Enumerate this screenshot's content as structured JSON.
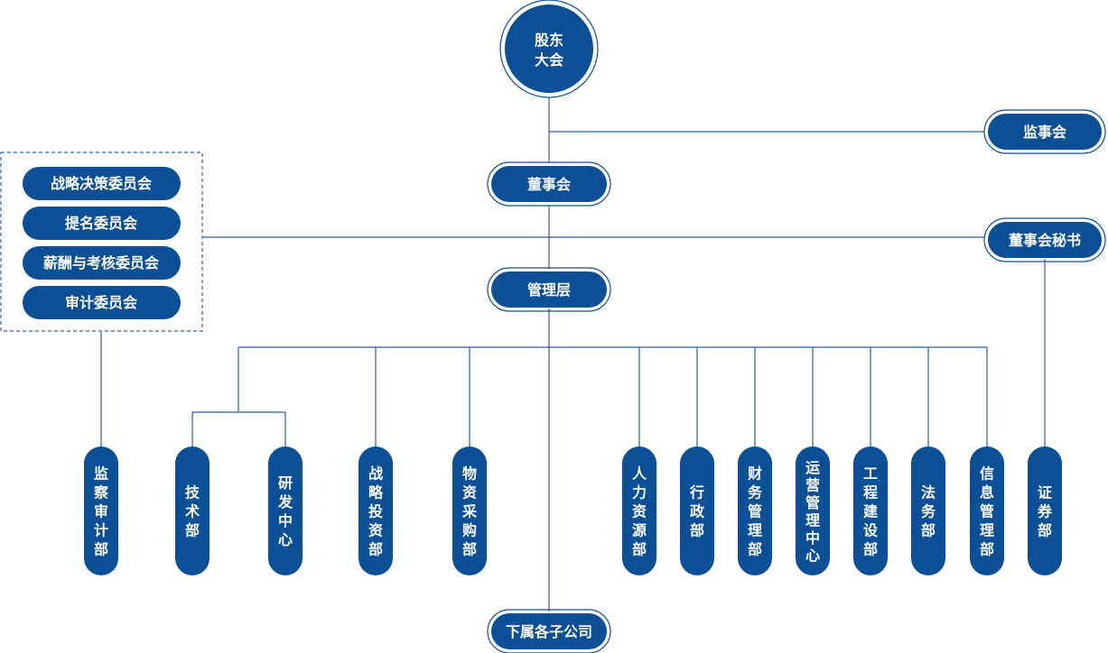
{
  "root": {
    "line1": "股东",
    "line2": "大会"
  },
  "board": "董事会",
  "supervisors": "监事会",
  "board_secretary": "董事会秘书",
  "management": "管理层",
  "subsidiaries": "下属各子公司",
  "committees": [
    "战略决策委员会",
    "提名委员会",
    "薪酬与考核委员会",
    "审计委员会"
  ],
  "departments": [
    {
      "label": "监察审计部"
    },
    {
      "label": "技术部"
    },
    {
      "label": "研发中心"
    },
    {
      "label": "战略投资部"
    },
    {
      "label": "物资采购部"
    },
    {
      "label": "人力资源部"
    },
    {
      "label": "行政部"
    },
    {
      "label": "财务管理部"
    },
    {
      "label": "运营管理中心"
    },
    {
      "label": "工程建设部"
    },
    {
      "label": "法务部"
    },
    {
      "label": "信息管理部"
    },
    {
      "label": "证券部"
    }
  ],
  "colors": {
    "node": "#0b4f96",
    "line": "#2f5f96",
    "text": "#ffffff"
  }
}
